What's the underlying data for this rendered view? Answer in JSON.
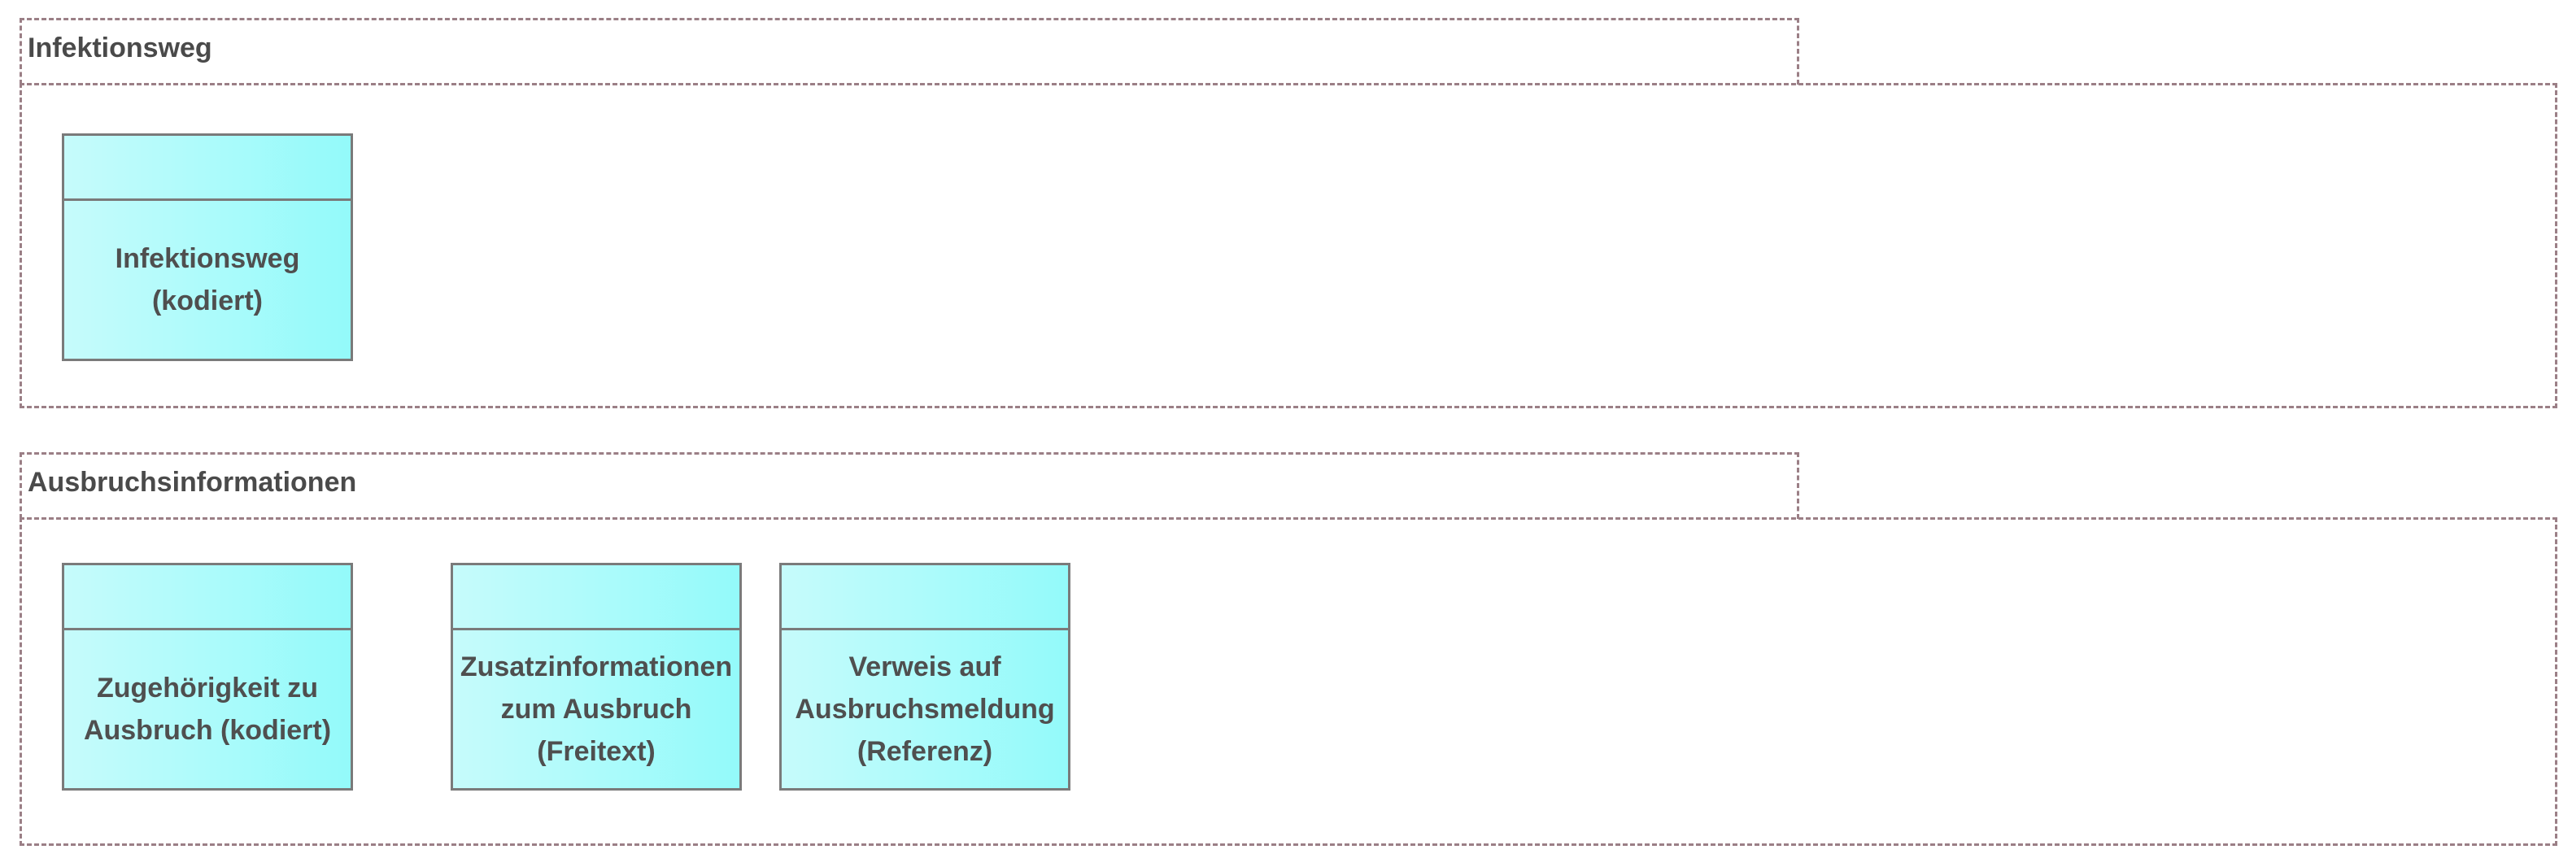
{
  "groups": [
    {
      "title": "Infektionsweg",
      "nodes": [
        {
          "label": "Infektionsweg\n(kodiert)"
        }
      ]
    },
    {
      "title": "Ausbruchsinformationen",
      "nodes": [
        {
          "label": "Zugehörigkeit zu\nAusbruch (kodiert)"
        },
        {
          "label": "Zusatzinformationen\nzum Ausbruch\n(Freitext)"
        },
        {
          "label": "Verweis auf\nAusbruchsmeldung\n(Referenz)"
        }
      ]
    }
  ],
  "colors": {
    "node_fill_light": "#c6fbfb",
    "node_fill_dark": "#93fafa",
    "node_border": "#7a7a7a",
    "group_border": "#9b7f86",
    "text": "#4a4a4a"
  }
}
